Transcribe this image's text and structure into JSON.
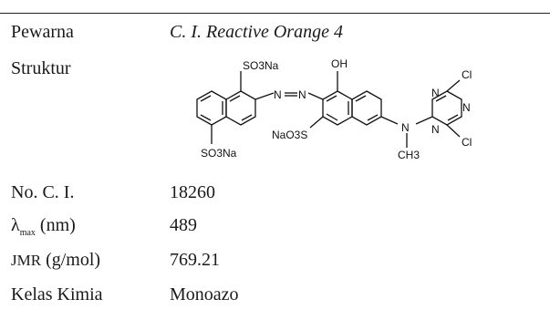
{
  "rows": {
    "dye": {
      "label": "Pewarna",
      "value": "C. I. Reactive Orange 4"
    },
    "structure": {
      "label": "Struktur"
    },
    "ci_number": {
      "label": "No. C. I.",
      "value": "18260"
    },
    "lambda_max": {
      "label_symbol": "λ",
      "label_sub": "max",
      "label_unit": "(nm)",
      "value": "489"
    },
    "molar_mass": {
      "label_abbr": "JMR",
      "label_unit": "(g/mol)",
      "value": "769.21"
    },
    "chem_class": {
      "label": "Kelas Kimia",
      "value": "Monoazo"
    }
  },
  "structure_labels": {
    "so3na_top": "SO3Na",
    "so3na_bottom": "SO3Na",
    "oh": "OH",
    "nao3s": "NaO3S",
    "n_azo1": "N",
    "n_azo2": "N",
    "n_amine": "N",
    "ch3": "CH3",
    "cl_top": "Cl",
    "cl_bottom": "Cl",
    "n_tri_top": "N",
    "n_tri_right": "N",
    "n_tri_bottom": "N"
  }
}
